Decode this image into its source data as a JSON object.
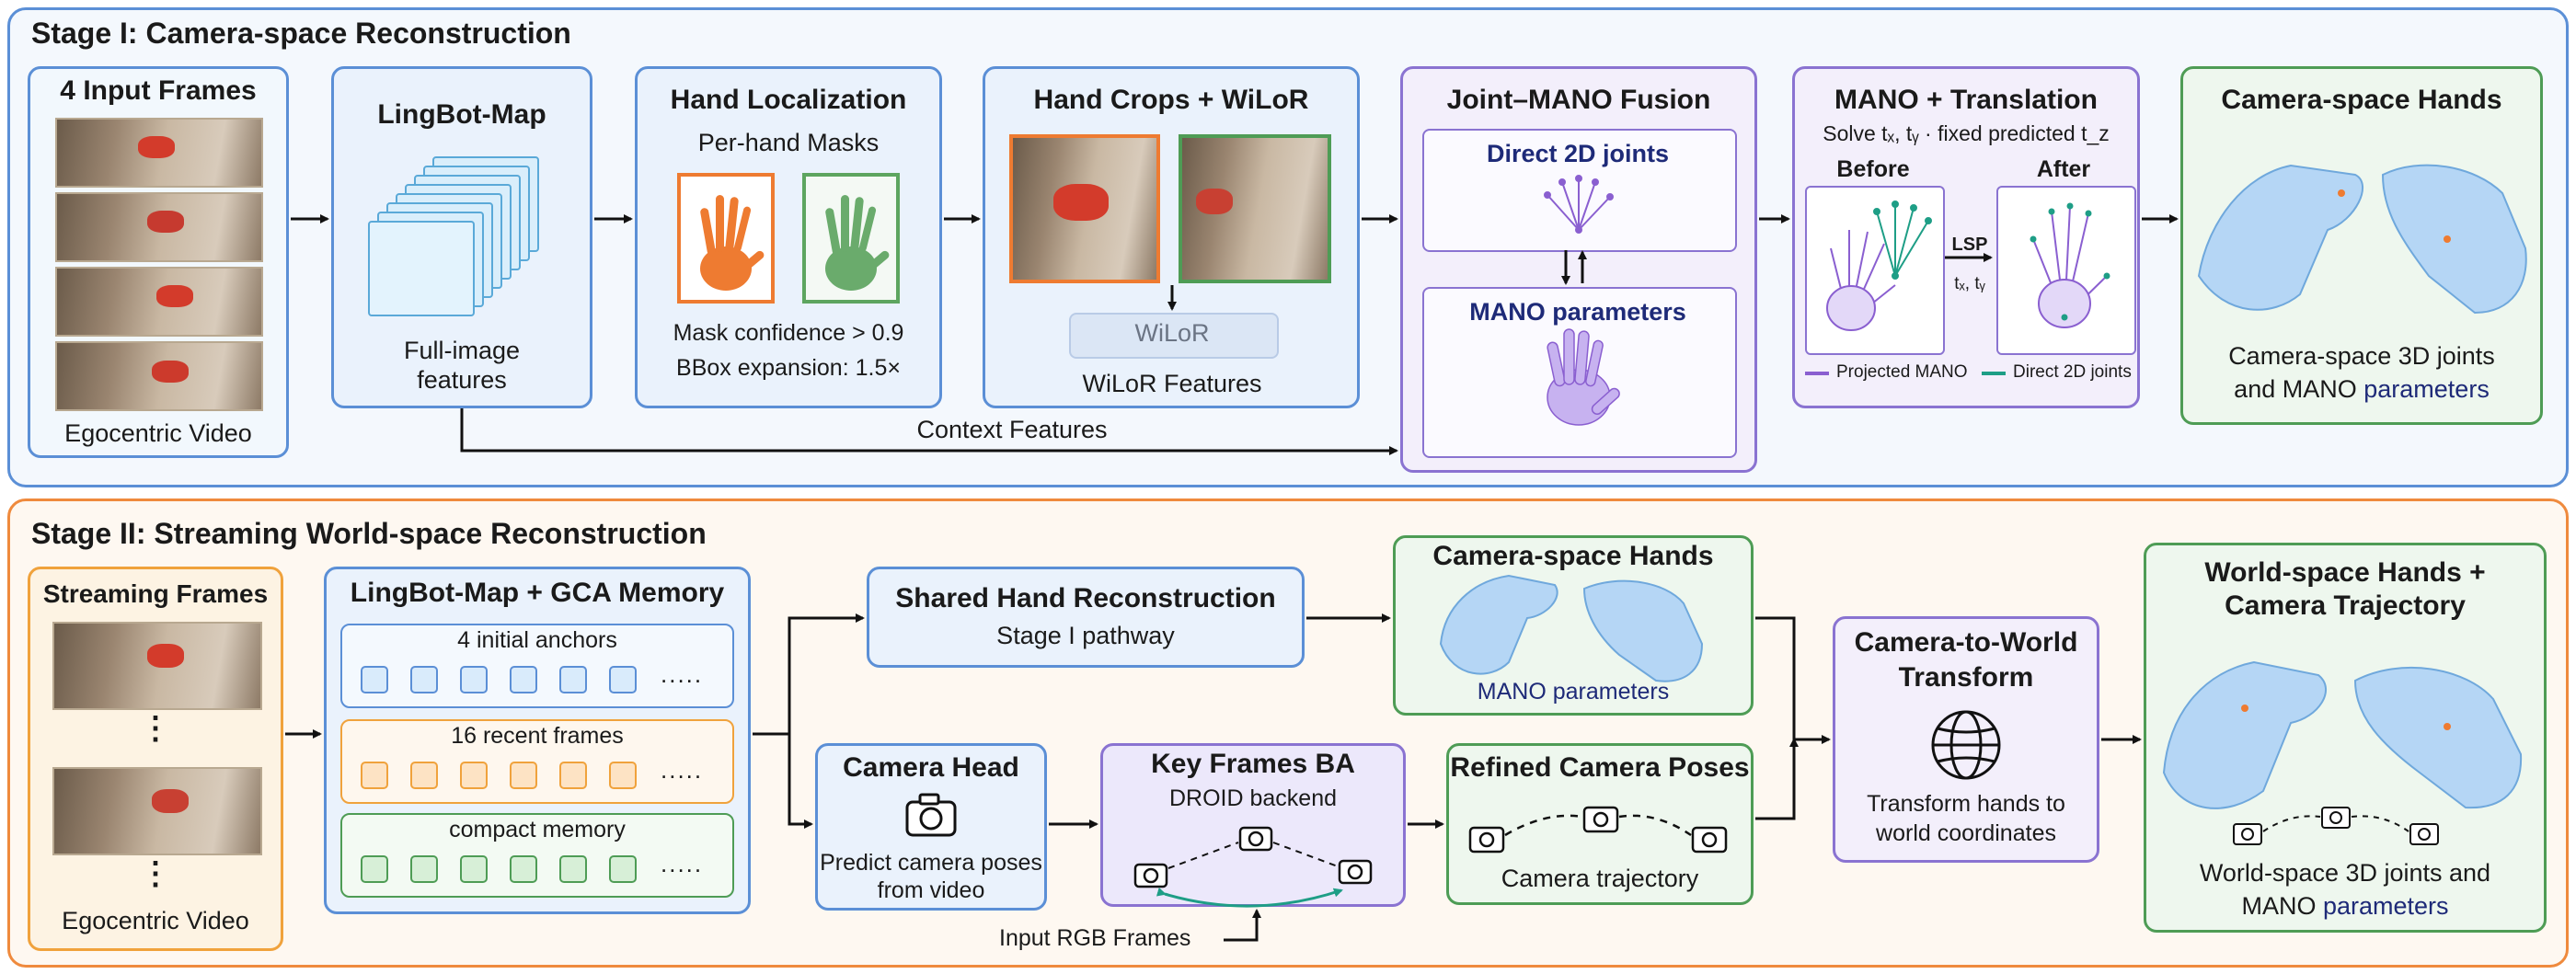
{
  "stage1": {
    "title": "Stage I: Camera-space Reconstruction",
    "input_frames": {
      "title": "4 Input Frames",
      "caption": "Egocentric Video"
    },
    "lingbot_map": {
      "title": "LingBot-Map",
      "caption_line1": "Full-image",
      "caption_line2": "features"
    },
    "hand_localization": {
      "title": "Hand Localization",
      "subtitle": "Per-hand Masks",
      "line1": "Mask confidence > 0.9",
      "line2": "BBox expansion: 1.5×"
    },
    "hand_crops": {
      "title": "Hand Crops + WiLoR",
      "model": "WiLoR",
      "caption": "WiLoR Features"
    },
    "fusion": {
      "title": "Joint–MANO Fusion",
      "direct_joints": "Direct 2D joints",
      "mano_params": "MANO parameters"
    },
    "mano_translation": {
      "title": "MANO + Translation",
      "subtitle": "Solve tₓ, tᵧ · fixed predicted t_z",
      "before": "Before",
      "after": "After",
      "lsp": "LSP",
      "lsp_sub": "tₓ, tᵧ",
      "legend_projected": "Projected MANO",
      "legend_direct": "Direct 2D joints"
    },
    "camera_space_hands": {
      "title": "Camera-space Hands",
      "line1": "Camera-space 3D joints",
      "line2_a": "and MANO",
      "line2_b": "parameters"
    },
    "context_features": "Context Features"
  },
  "stage2": {
    "title": "Stage II: Streaming World-space Reconstruction",
    "streaming_frames": {
      "title": "Streaming Frames",
      "ellipsis": "⋮",
      "caption": "Egocentric Video"
    },
    "gca_memory": {
      "title": "LingBot-Map + GCA Memory",
      "row1": "4 initial anchors",
      "row2": "16 recent frames",
      "row3": "compact memory",
      "more": "....."
    },
    "shared_recon": {
      "title": "Shared Hand Reconstruction",
      "subtitle": "Stage I pathway"
    },
    "camera_space_hands": {
      "title": "Camera-space Hands",
      "caption": "MANO parameters"
    },
    "camera_head": {
      "title": "Camera Head",
      "line1": "Predict camera poses",
      "line2": "from video"
    },
    "key_frames_ba": {
      "title": "Key Frames BA",
      "subtitle": "DROID backend"
    },
    "refined_poses": {
      "title": "Refined Camera Poses",
      "caption": "Camera trajectory"
    },
    "cam_to_world": {
      "title_line1": "Camera-to-World",
      "title_line2": "Transform",
      "line1": "Transform hands to",
      "line2": "world coordinates"
    },
    "world_space": {
      "title_line1": "World-space Hands +",
      "title_line2": "Camera Trajectory",
      "line1": "World-space 3D joints and",
      "line2_a": "MANO",
      "line2_b": "parameters"
    },
    "input_rgb": "Input RGB Frames"
  },
  "colors": {
    "stage1_border": "#5b8fd6",
    "stage1_bg": "#f4f8fd",
    "stage2_border": "#ef8a3d",
    "stage2_bg": "#fef8f1",
    "hand_orange": "#ee7b31",
    "hand_green": "#5da55f",
    "mano_purple": "#8a5fd0",
    "joint_teal": "#1e9e86",
    "hand_blue": "#a9cdf2",
    "accent_navy": "#1e2a78"
  },
  "icons": [
    "camera-icon",
    "globe-icon",
    "hand-mask-icon",
    "feature-stack-icon"
  ]
}
